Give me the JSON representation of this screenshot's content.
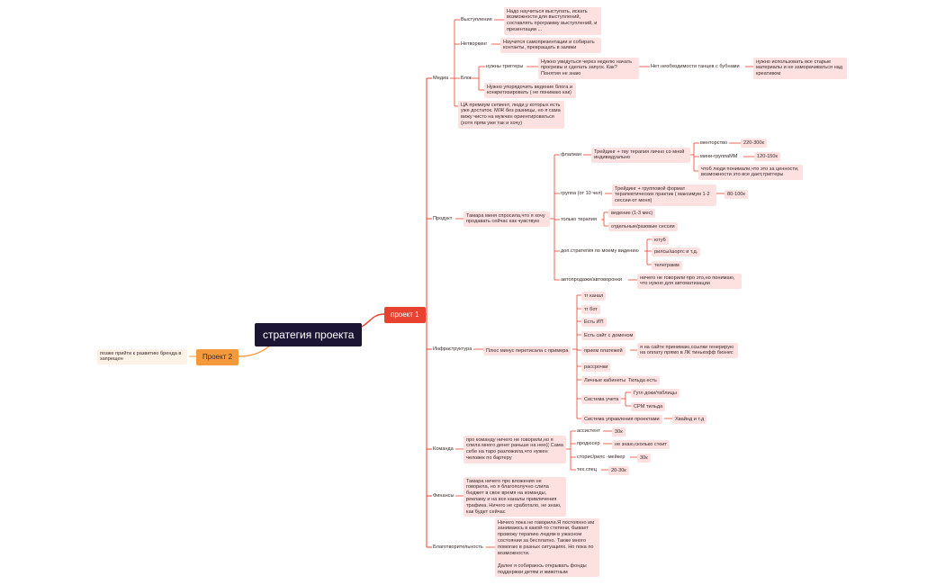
{
  "colors": {
    "canvas_bg": "#ffffff",
    "link": "#e8412f",
    "link_orange": "#f49a3c",
    "root_bg": "#1c1533",
    "project1_bg": "#e8412f",
    "project2_bg": "#f49a3c",
    "topic_bg": "#fde1e1",
    "note_bg": "#fef1e6"
  },
  "map": {
    "root": "стратегия проекта",
    "project1": "проект 1",
    "project2": "Проект 2",
    "project2_note": "позже прийти к развитию бренда в запрещен",
    "media": {
      "label": "Медиа",
      "talks": "Выступления",
      "talks_note": "Надо научиться выступать, искать возможности для выступлений, составлять программу выступлений, и презентации ...",
      "networking": "Нетворкинг",
      "networking_note": "Научится самопрезентации и собирать контакты, превращать в заявки",
      "blog": "Блог",
      "triggers": "нужны триггеры",
      "triggers_note": "Нужно увидуться через неделю начать прогревы и сделать запуск. Как?Понятия не знаю",
      "dances": "Нет необходимости танцев с бубнами",
      "dances_note": "нужно использовать все старые материалы и не заморачиваться над креативом",
      "blog_order": "Нужно упорядочить ведение блога и конкретизировать ( не понимаю как)",
      "audience": "ЦА премиум сегмент, люди,у которых есть уже достаток. М/Ж без разницы, но я сама вижу  чисто на мужчин ориентироваться (хотя прям уже так и хочу)"
    },
    "product": {
      "label": "Продукт",
      "note": "Тамара меня спросила,что я хочу продавать сейчас как чувствую",
      "flagship": "флагман",
      "flagship_note": "Трейдинг + тву терапия лично со мной индивидуально",
      "mentoring": "менторство",
      "mentoring_price": "220-300к",
      "mini_group": "мини-группаММ",
      "mini_group_price": "120-150к",
      "values": "чтоб люди понимали,что это за ценности, возможности это все дает,триггеры",
      "group": "группа (от 10 чел)",
      "group_note": "Трейдинг + групповой формат терапевтических практик ( максимум 1-2 сессии от меня)",
      "group_price": "80-100к",
      "therapy": "только терапия",
      "therapy_a": "ведение (1-3 мес)",
      "therapy_b": "отдельные/разовые сессии",
      "extra": "доп.стратегия по моему видению",
      "extra_a": "ютуб",
      "extra_b": "рилсы/шортс и т.д.",
      "extra_c": "телеграмм",
      "auto": "автопродажи/автоворонки",
      "auto_note": "ничего не говорили про это,но понимаю, что нужно для автоматизации"
    },
    "infra": {
      "label": "Инфраструктура",
      "note": "Плюс минус перетисала с примера",
      "tg_channel": "тг канал",
      "tg_bot": "тг бот",
      "ip": "Есть ИП",
      "site": "Есть сайт с доменом",
      "payments": "прием платежей",
      "payments_note": "я на сайте принимаю,ссылки генерирую на оплату прямо в ЛК тинькофф бизнес",
      "installments": "рассрочки",
      "cabinets": "Личные кабинеты",
      "tilda": "Тильда есть",
      "accounting": "Система учета",
      "google": "Гугл доки/таблицы",
      "crm": "CPM тильда",
      "pm": "Система управления проектами",
      "pm_note": "Хвайнд и т.д"
    },
    "team": {
      "label": "Команда",
      "note": "про команду ничего не говорили,но я слила много денег раньше на нее(( Сама себе на таро разложила,что нужен человек по бартеру",
      "assistant": "ассистент",
      "assistant_price": "30к",
      "producer": "продюсер",
      "producer_note": "не знаю,сколько стоит",
      "stories": "сторис/рилс -мейкер",
      "stories_price": "30к",
      "tech": "тех.спец",
      "tech_price": "20-30к"
    },
    "finance": {
      "label": "Финансы",
      "note": "Тамара ничего про вложения не говорила, но я благополучно слила бюджет в свое время на команды, рекламу и на все каналы привлечения трафика. Ничего не сработало, не знаю, как будет сейчас"
    },
    "charity": {
      "label": "Благотворительность",
      "note": "Ничего пока не говорили.Я постоянно им занимаюсь в какой-то степени, бывает провожу терапию людям в ужасном состоянии за бесплатно. Также много помогаю в разных ситуациях. Но пока по возможности.\n\nДалее я собираюсь открывать фонды поддержки детям и животным"
    }
  }
}
